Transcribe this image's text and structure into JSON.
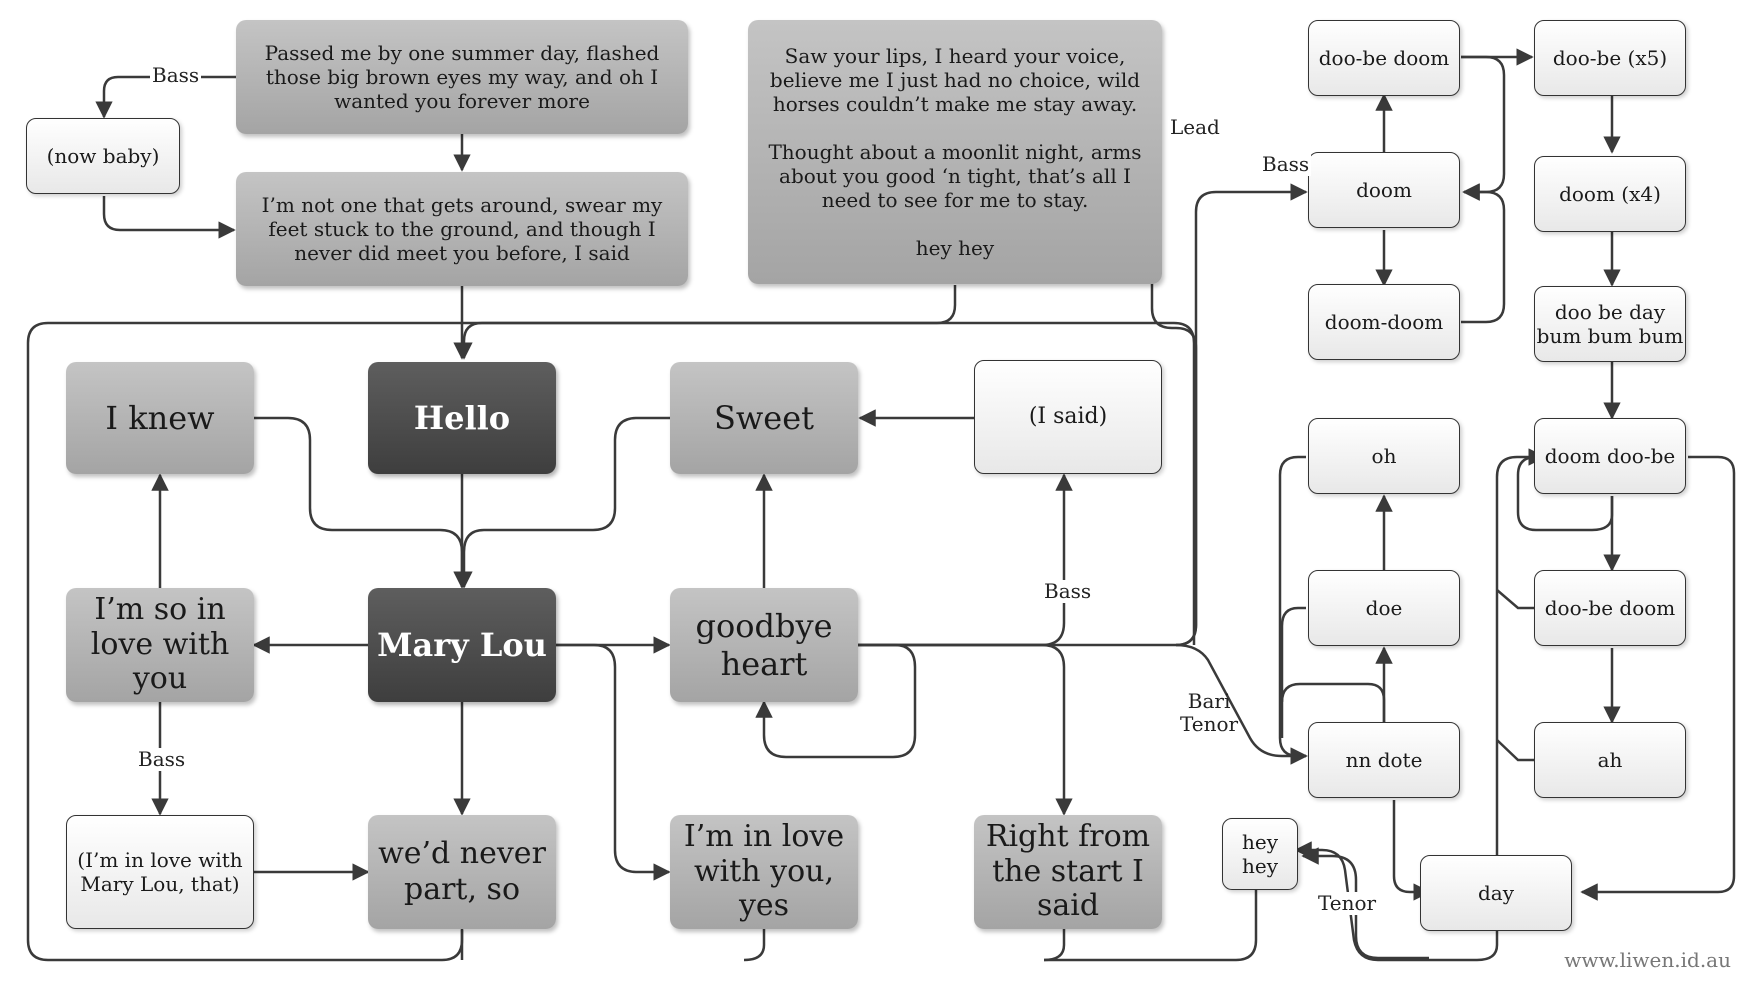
{
  "nodes": {
    "verse1": "Passed me by one summer day, flashed those big brown eyes my way, and oh I wanted you forever more",
    "verse2": "I’m not one that gets around, swear my feet stuck to the ground, and though I never did meet you before, I said",
    "verse3": "Saw your lips, I heard your voice, believe me I just had no choice, wild horses couldn’t make me stay away.\n\nThought about a moonlit night, arms about you good ‘n tight, that’s all I need to see for me to stay.\n\nhey hey",
    "now_baby": "(now baby)",
    "hello": "Hello",
    "i_knew": "I knew",
    "sweet": "Sweet",
    "i_said": "(I said)",
    "mary_lou": "Mary Lou",
    "im_so_in_love": "I’m so in love with you",
    "goodbye_heart": "goodbye heart",
    "im_in_love_mary": "(I’m in love with Mary Lou, that)",
    "wed_never": "we’d never part, so",
    "im_in_love_yes": "I’m in love with you, yes",
    "right_from_start": "Right from the start I said",
    "doobe_doom_top": "doo-be doom",
    "doobe_x5": "doo-be (x5)",
    "doom": "doom",
    "doom_x4": "doom (x4)",
    "doom_doom": "doom-doom",
    "doo_be_day": "doo be day bum bum bum",
    "oh": "oh",
    "doom_doobe": "doom doo-be",
    "doe": "doe",
    "doobe_doom_mid": "doo-be doom",
    "nn_dote": "nn dote",
    "ah": "ah",
    "hey_hey": "hey hey",
    "day": "day"
  },
  "labels": {
    "bass_top": "Bass",
    "lead": "Lead",
    "bass_doom": "Bass",
    "bass_isaid": "Bass",
    "bass_left": "Bass",
    "bari_tenor": "Bari\nTenor",
    "tenor": "Tenor"
  },
  "watermark": "www.liwen.id.au"
}
